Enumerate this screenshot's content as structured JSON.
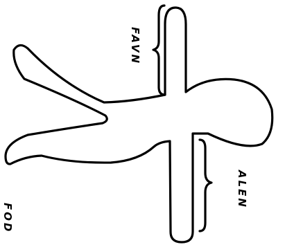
{
  "labels": {
    "arm": "FAVN",
    "forearm": "ALEN",
    "foot": "FOD"
  }
}
